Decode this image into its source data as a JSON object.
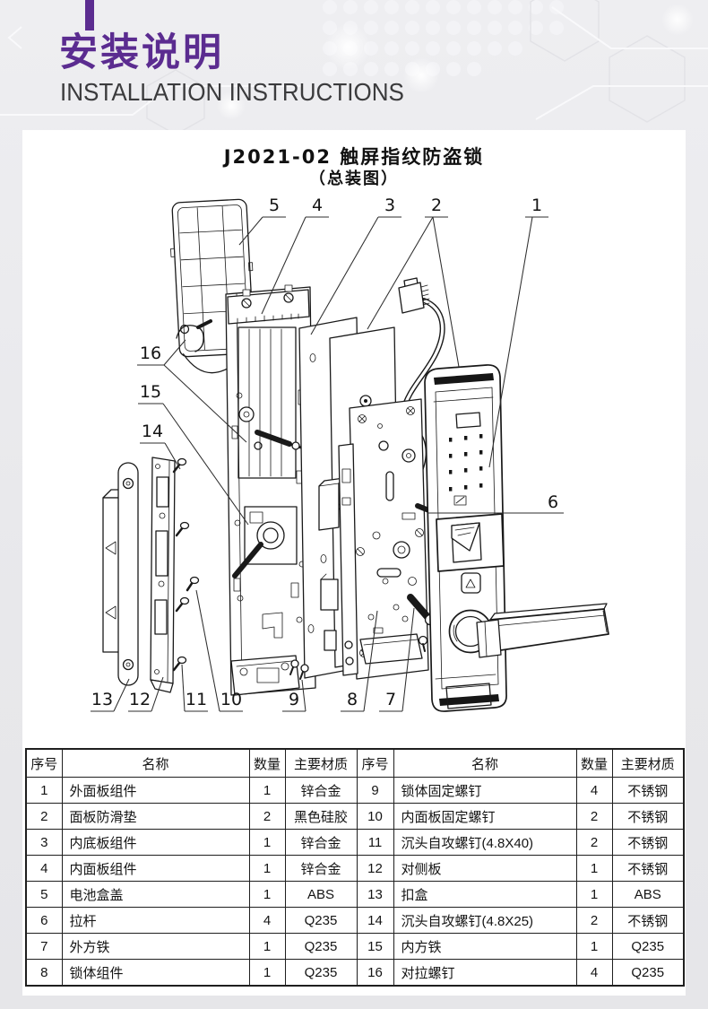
{
  "header": {
    "title_cn": "安装说明",
    "title_en": "INSTALLATION INSTRUCTIONS",
    "accent_color": "#5b2c90",
    "text_color": "#3b3b3d"
  },
  "diagram": {
    "title": "J2021-02 触屏指纹防盗锁",
    "subtitle": "（总装图）",
    "callouts": [
      "1",
      "2",
      "3",
      "4",
      "5",
      "6",
      "7",
      "8",
      "9",
      "10",
      "11",
      "12",
      "13",
      "14",
      "15",
      "16"
    ]
  },
  "table": {
    "headers": {
      "no": "序号",
      "name": "名称",
      "qty": "数量",
      "material": "主要材质"
    },
    "left_rows": [
      {
        "no": "1",
        "name": "外面板组件",
        "qty": "1",
        "material": "锌合金"
      },
      {
        "no": "2",
        "name": "面板防滑垫",
        "qty": "2",
        "material": "黑色硅胶"
      },
      {
        "no": "3",
        "name": "内底板组件",
        "qty": "1",
        "material": "锌合金"
      },
      {
        "no": "4",
        "name": "内面板组件",
        "qty": "1",
        "material": "锌合金"
      },
      {
        "no": "5",
        "name": "电池盒盖",
        "qty": "1",
        "material": "ABS"
      },
      {
        "no": "6",
        "name": "拉杆",
        "qty": "4",
        "material": "Q235"
      },
      {
        "no": "7",
        "name": "外方铁",
        "qty": "1",
        "material": "Q235"
      },
      {
        "no": "8",
        "name": "锁体组件",
        "qty": "1",
        "material": "Q235"
      }
    ],
    "right_rows": [
      {
        "no": "9",
        "name": "锁体固定螺钉",
        "qty": "4",
        "material": "不锈钢"
      },
      {
        "no": "10",
        "name": "内面板固定螺钉",
        "qty": "2",
        "material": "不锈钢"
      },
      {
        "no": "11",
        "name": "沉头自攻螺钉(4.8X40)",
        "qty": "2",
        "material": "不锈钢"
      },
      {
        "no": "12",
        "name": "对侧板",
        "qty": "1",
        "material": "不锈钢"
      },
      {
        "no": "13",
        "name": "扣盒",
        "qty": "1",
        "material": "ABS"
      },
      {
        "no": "14",
        "name": "沉头自攻螺钉(4.8X25)",
        "qty": "2",
        "material": "不锈钢"
      },
      {
        "no": "15",
        "name": "内方铁",
        "qty": "1",
        "material": "Q235"
      },
      {
        "no": "16",
        "name": "对拉螺钉",
        "qty": "4",
        "material": "Q235"
      }
    ]
  }
}
